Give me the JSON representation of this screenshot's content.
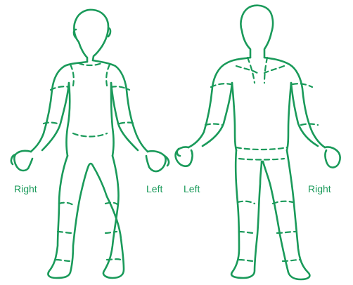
{
  "colors": {
    "outline": "#1a9a5a",
    "label": "#1a9a5a",
    "background": "#ffffff"
  },
  "front_figure": {
    "right_label": "Right",
    "left_label": "Left"
  },
  "back_figure": {
    "left_label": "Left",
    "right_label": "Right"
  }
}
